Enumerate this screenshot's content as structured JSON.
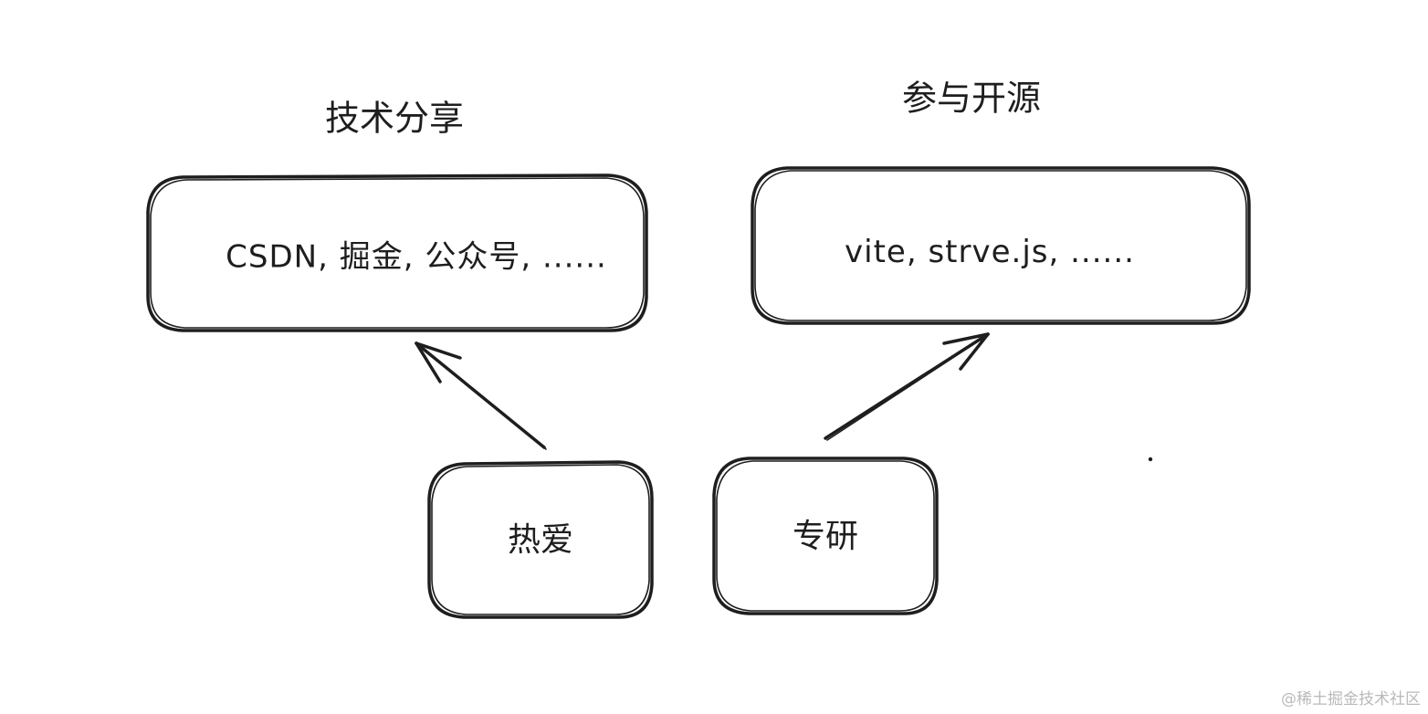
{
  "headings": {
    "left": "技术分享",
    "right": "参与开源"
  },
  "boxes": {
    "left_top": "CSDN, 掘金, 公众号, ......",
    "right_top": "vite, strve.js, ......",
    "left_bottom": "热爱",
    "right_bottom": "专研"
  },
  "arrows": [
    {
      "from": "热爱",
      "to": "CSDN, 掘金, 公众号, ......"
    },
    {
      "from": "专研",
      "to": "vite, strve.js, ......"
    }
  ],
  "watermark": "@稀土掘金技术社区",
  "stroke_color": "#1e1e1e"
}
